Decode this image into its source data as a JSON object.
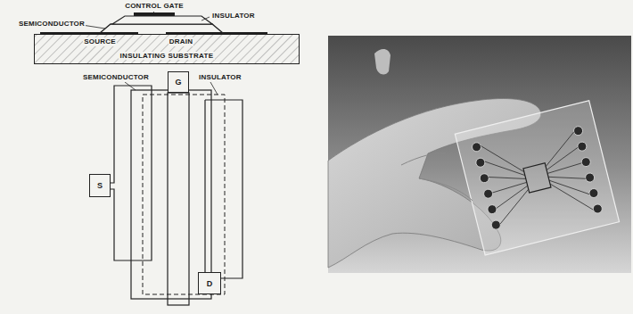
{
  "diagram": {
    "nodes": [
      {
        "text": [
          "INSULATING SUBSTRATE"
        ]
      },
      {
        "text": [
          "G"
        ]
      },
      {
        "text": [
          "S"
        ]
      },
      {
        "text": [
          "D"
        ]
      }
    ],
    "labels": [
      "CONTROL GATE",
      "INSULATOR",
      "SEMICONDUCTOR",
      "SOURCE",
      "DRAIN",
      "SEMICONDUCTOR",
      "INSULATOR"
    ]
  }
}
